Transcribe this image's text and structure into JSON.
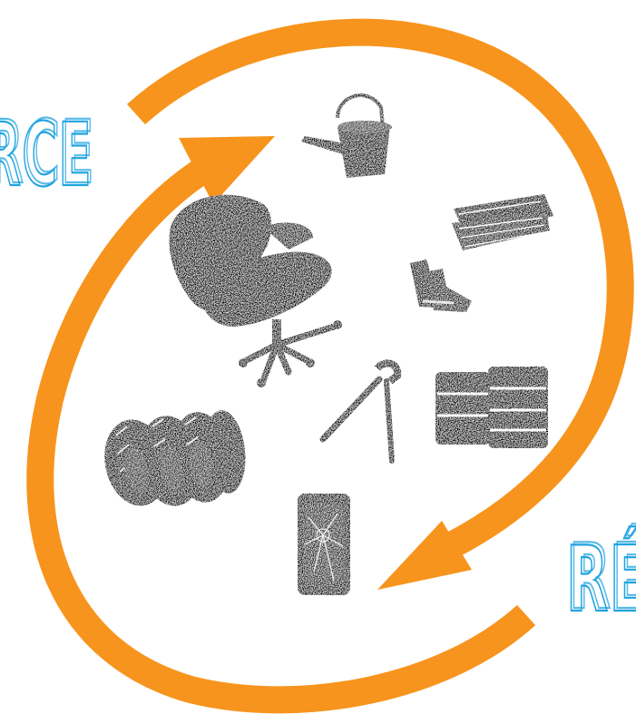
{
  "labels": {
    "top_left_word": "RCE",
    "bottom_right_word": "RÉ"
  },
  "colors": {
    "arrow": "#F7941D",
    "lettering": "#1FA3DF",
    "objects": "#111111",
    "background": "#FFFFFF"
  },
  "objects": [
    "watering-can",
    "newspapers",
    "office-chair",
    "boots",
    "pliers",
    "barrels",
    "tires",
    "broken-smartphone"
  ]
}
